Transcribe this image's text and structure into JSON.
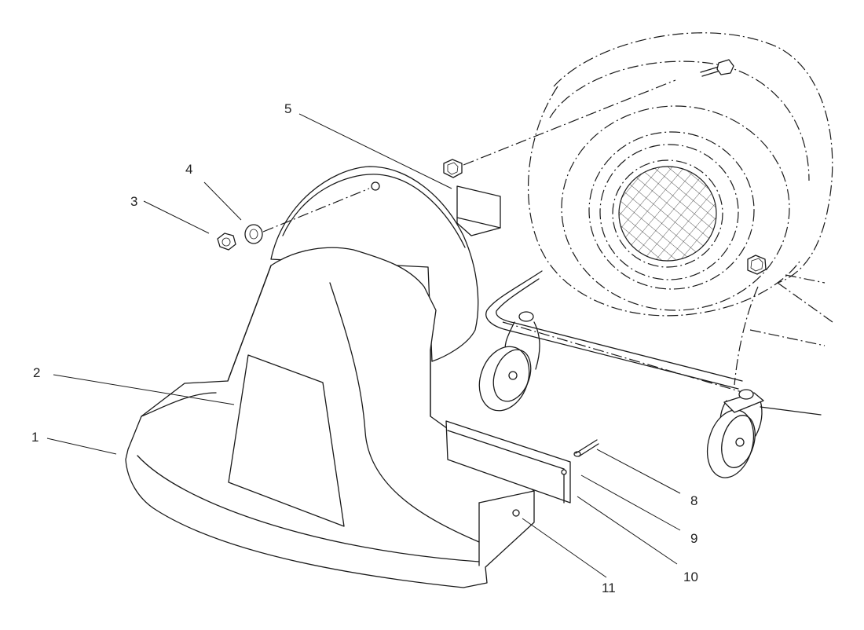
{
  "callouts": [
    {
      "id": "1",
      "label": "1"
    },
    {
      "id": "2",
      "label": "2"
    },
    {
      "id": "3",
      "label": "3"
    },
    {
      "id": "4",
      "label": "4"
    },
    {
      "id": "5",
      "label": "5"
    },
    {
      "id": "8",
      "label": "8"
    },
    {
      "id": "9",
      "label": "9"
    },
    {
      "id": "10",
      "label": "10"
    },
    {
      "id": "11",
      "label": "11"
    }
  ],
  "colors": {
    "line": "#1a1a1a",
    "background": "#ffffff"
  }
}
